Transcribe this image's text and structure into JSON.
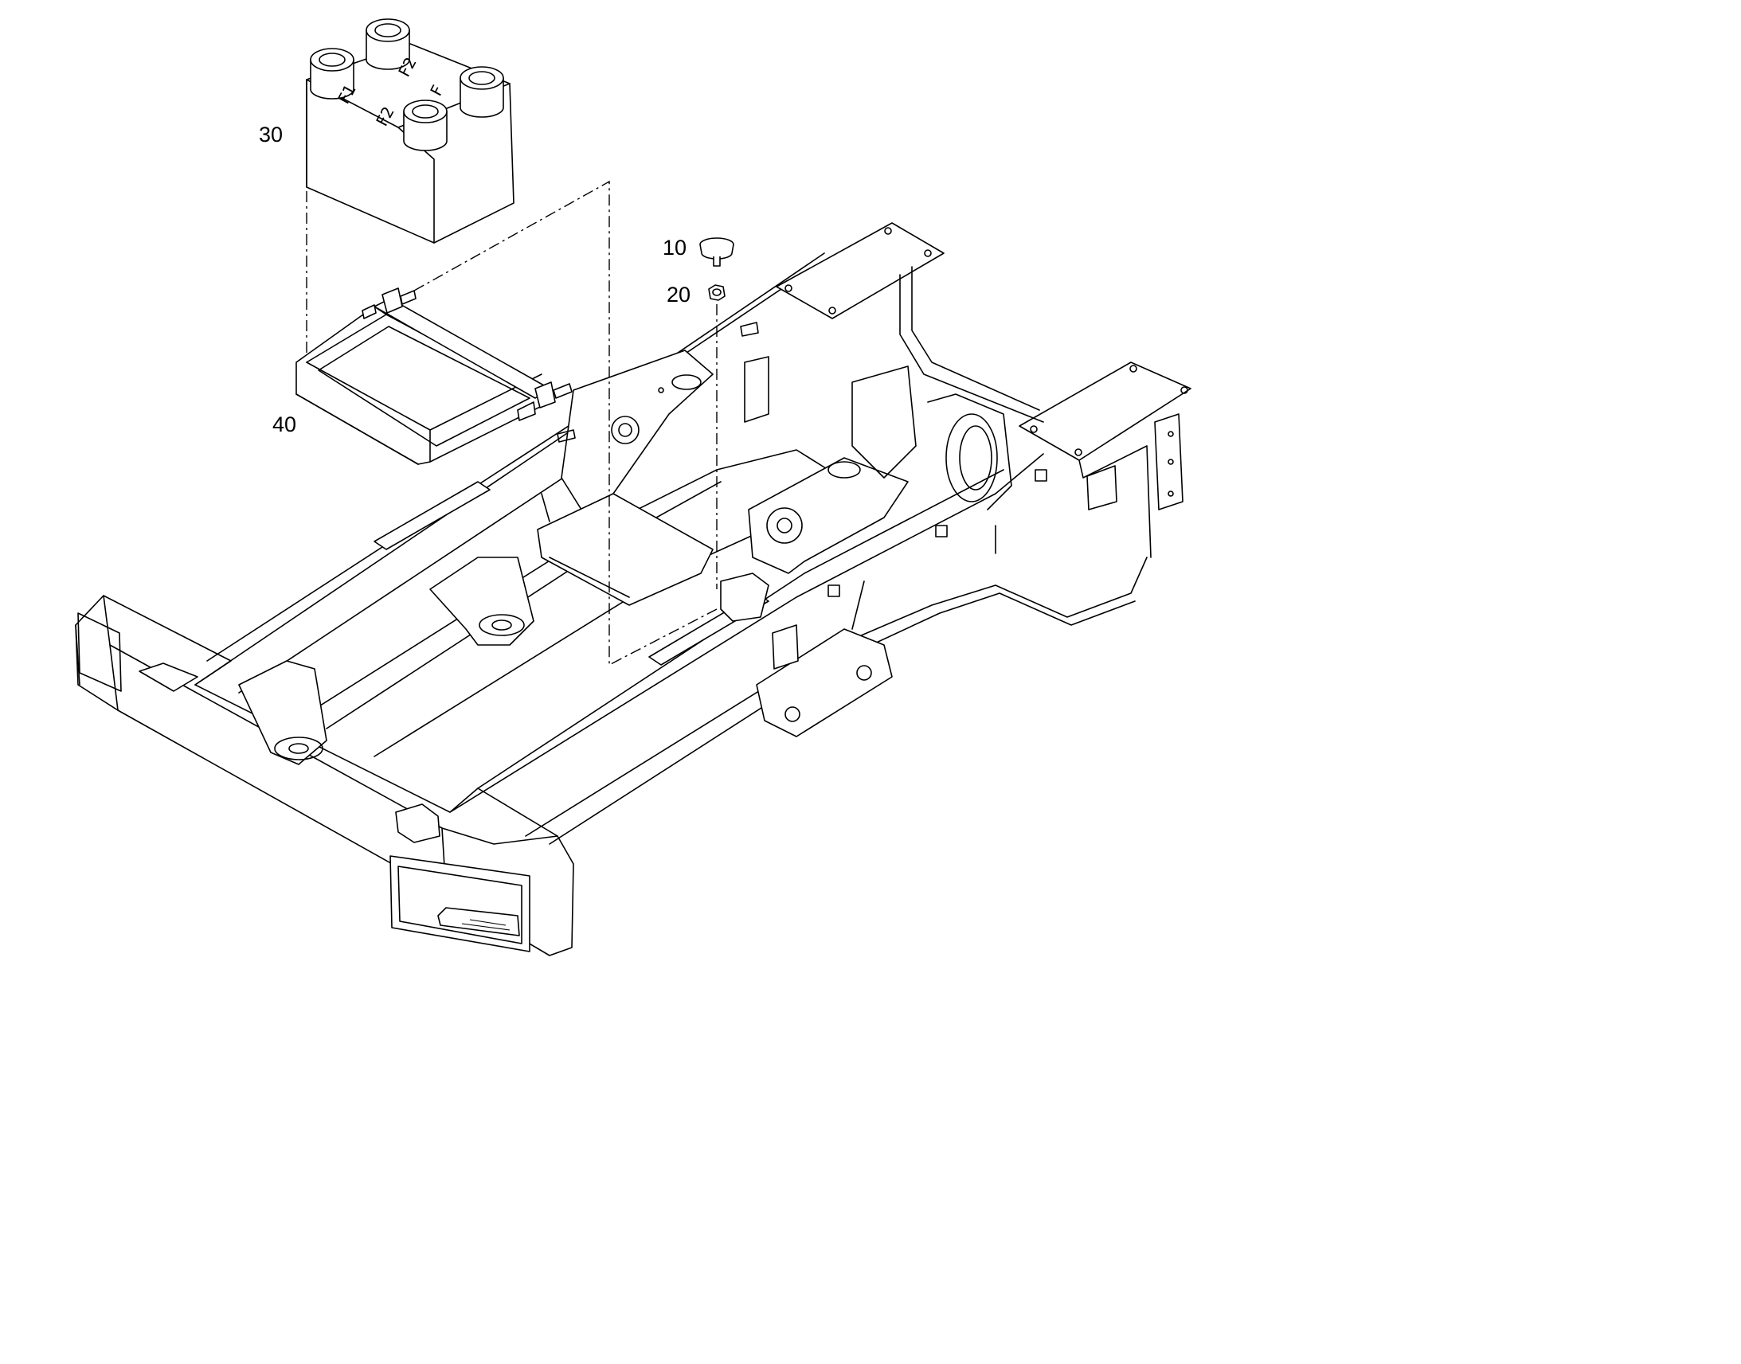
{
  "callouts": {
    "item_10": "10",
    "item_20": "20",
    "item_30": "30",
    "item_40": "40"
  },
  "fuse_marks": {
    "f1": "F1",
    "f2_top": "F2",
    "f2_front": "F2",
    "f_right": "F"
  },
  "colors": {
    "line": "#000000",
    "background": "#ffffff"
  }
}
